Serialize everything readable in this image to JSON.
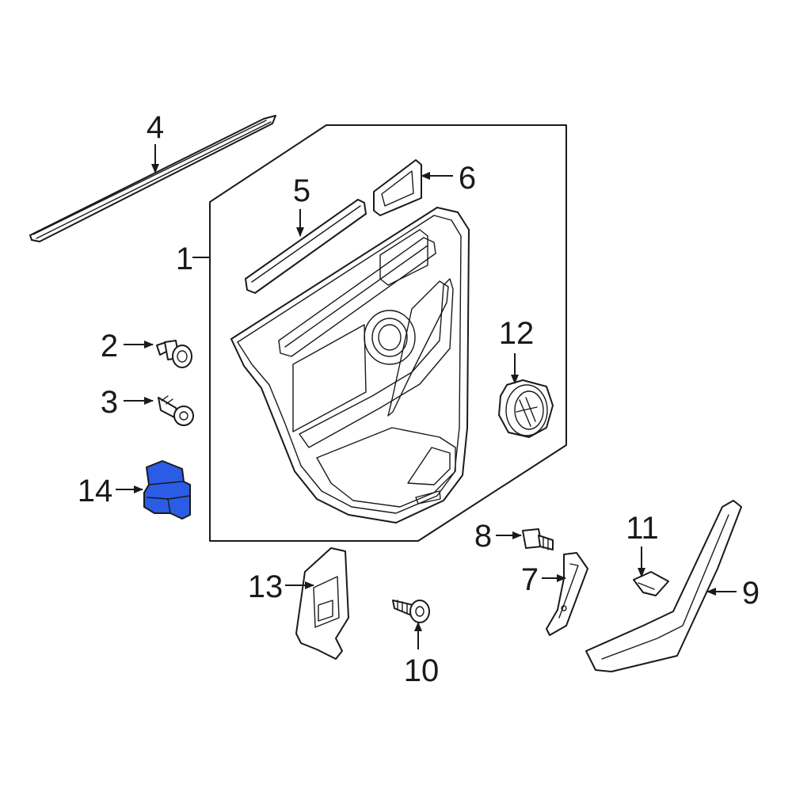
{
  "diagram": {
    "highlight_color": "#2b5ce6",
    "line_color": "#1a1a1a",
    "highlighted_part": "14",
    "callouts": {
      "c1": "1",
      "c2": "2",
      "c3": "3",
      "c4": "4",
      "c5": "5",
      "c6": "6",
      "c7": "7",
      "c8": "8",
      "c9": "9",
      "c10": "10",
      "c11": "11",
      "c12": "12",
      "c13": "13",
      "c14": "14"
    }
  }
}
